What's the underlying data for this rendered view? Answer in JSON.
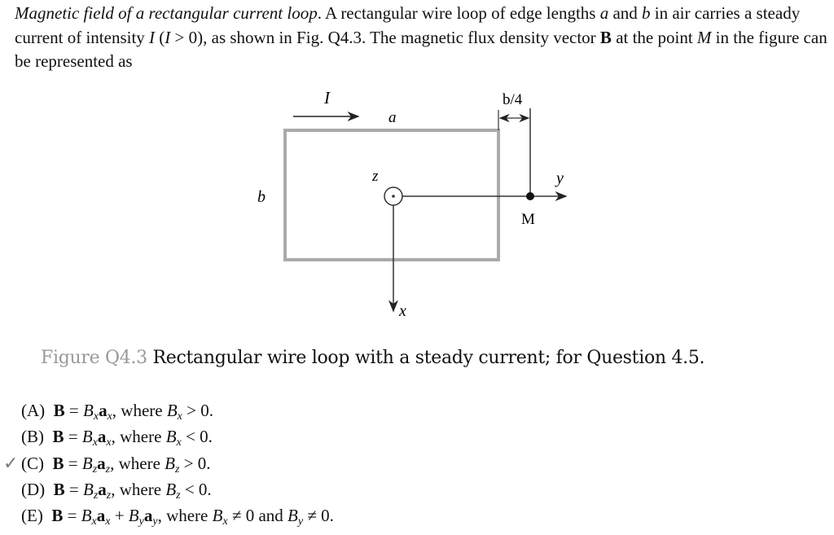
{
  "question": {
    "title": "Magnetic field of a rectangular current loop",
    "text_1": ". A rectangular wire loop of edge lengths ",
    "var_a": "a",
    "text_2": " and ",
    "var_b": "b",
    "text_3": " in air carries a steady current of intensity ",
    "var_I": "I",
    "text_4": " (",
    "cond": "I",
    "text_5": " > 0), as shown in Fig. Q4.3. The magnetic flux density vector ",
    "vec_B": "B",
    "text_6": " at the point ",
    "var_M": "M",
    "text_7": " in the figure can be represented as"
  },
  "figure": {
    "label_I": "I",
    "label_a": "a",
    "label_b": "b",
    "label_b4": "b/4",
    "label_z": "z",
    "label_y": "y",
    "label_x": "x",
    "label_M": "M",
    "loop_color": "#aaaaaa",
    "caption_label": "Figure Q4.3",
    "caption_text": " Rectangular wire loop with a steady current; for Question 4.5."
  },
  "options": [
    {
      "correct": false,
      "segments": [
        {
          "t": "(A)  "
        },
        {
          "t": "B",
          "c": "bold"
        },
        {
          "t": " = "
        },
        {
          "t": "B",
          "c": "it"
        },
        {
          "t": "x",
          "c": "sub"
        },
        {
          "t": "a",
          "c": "bold"
        },
        {
          "t": "x",
          "c": "sub"
        },
        {
          "t": ", where "
        },
        {
          "t": "B",
          "c": "it"
        },
        {
          "t": "x",
          "c": "sub"
        },
        {
          "t": " > 0."
        }
      ]
    },
    {
      "correct": false,
      "segments": [
        {
          "t": "(B)  "
        },
        {
          "t": "B",
          "c": "bold"
        },
        {
          "t": " = "
        },
        {
          "t": "B",
          "c": "it"
        },
        {
          "t": "x",
          "c": "sub"
        },
        {
          "t": "a",
          "c": "bold"
        },
        {
          "t": "x",
          "c": "sub"
        },
        {
          "t": ", where "
        },
        {
          "t": "B",
          "c": "it"
        },
        {
          "t": "x",
          "c": "sub"
        },
        {
          "t": " < 0."
        }
      ]
    },
    {
      "correct": true,
      "check": "✓",
      "segments": [
        {
          "t": "(C)  "
        },
        {
          "t": "B",
          "c": "bold"
        },
        {
          "t": " = "
        },
        {
          "t": "B",
          "c": "it"
        },
        {
          "t": "z",
          "c": "sub"
        },
        {
          "t": "a",
          "c": "bold"
        },
        {
          "t": "z",
          "c": "sub"
        },
        {
          "t": ", where "
        },
        {
          "t": "B",
          "c": "it"
        },
        {
          "t": "z",
          "c": "sub"
        },
        {
          "t": " > 0."
        }
      ]
    },
    {
      "correct": false,
      "segments": [
        {
          "t": "(D)  "
        },
        {
          "t": "B",
          "c": "bold"
        },
        {
          "t": " = "
        },
        {
          "t": "B",
          "c": "it"
        },
        {
          "t": "z",
          "c": "sub"
        },
        {
          "t": "a",
          "c": "bold"
        },
        {
          "t": "z",
          "c": "sub"
        },
        {
          "t": ", where "
        },
        {
          "t": "B",
          "c": "it"
        },
        {
          "t": "z",
          "c": "sub"
        },
        {
          "t": " < 0."
        }
      ]
    },
    {
      "correct": false,
      "segments": [
        {
          "t": "(E)  "
        },
        {
          "t": "B",
          "c": "bold"
        },
        {
          "t": " = "
        },
        {
          "t": "B",
          "c": "it"
        },
        {
          "t": "x",
          "c": "sub"
        },
        {
          "t": "a",
          "c": "bold"
        },
        {
          "t": "x",
          "c": "sub"
        },
        {
          "t": " + "
        },
        {
          "t": "B",
          "c": "it"
        },
        {
          "t": "y",
          "c": "sub"
        },
        {
          "t": "a",
          "c": "bold"
        },
        {
          "t": "y",
          "c": "sub"
        },
        {
          "t": ", where "
        },
        {
          "t": "B",
          "c": "it"
        },
        {
          "t": "x",
          "c": "sub"
        },
        {
          "t": " ≠ 0 and "
        },
        {
          "t": "B",
          "c": "it"
        },
        {
          "t": "y",
          "c": "sub"
        },
        {
          "t": " ≠ 0."
        }
      ]
    }
  ]
}
